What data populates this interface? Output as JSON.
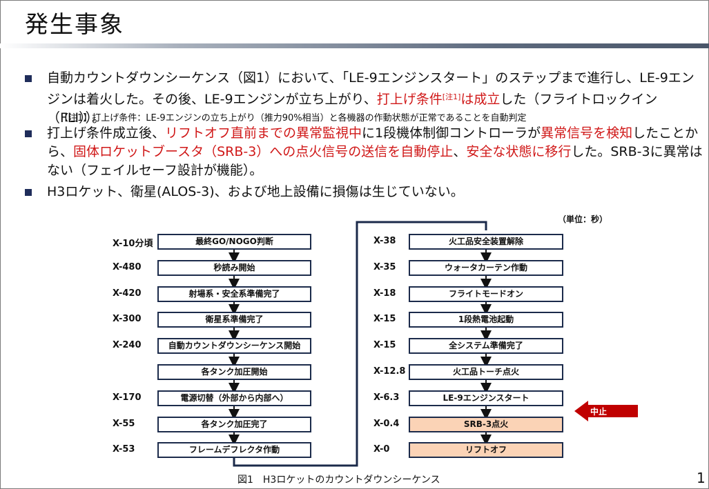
{
  "title": "発生事象",
  "bullets": [
    {
      "parts": [
        {
          "text": "自動カウントダウンシーケンス（図1）において、「LE-9エンジンスタート」のステップまで進行し、LE-9エンジンは着火した。その後、LE-9エンジンが立ち上がり、",
          "color": ""
        },
        {
          "text": "打上げ条件",
          "color": "#d01818"
        },
        {
          "text": "[注1]",
          "color": "#d01818",
          "sup": true
        },
        {
          "text": "は成立",
          "color": "#d01818"
        },
        {
          "text": "した（フライトロックイン（FLI））。",
          "color": ""
        }
      ]
    },
    {
      "parts": [
        {
          "text": "打上げ条件成立後、",
          "color": ""
        },
        {
          "text": "リフトオフ直前までの異常監視中",
          "color": "#d01818"
        },
        {
          "text": "に1段機体制御コントローラが",
          "color": ""
        },
        {
          "text": "異常信号を検知",
          "color": "#d01818"
        },
        {
          "text": "したことから、",
          "color": ""
        },
        {
          "text": "固体ロケットブースタ（SRB-3）への点火信号の送信を自動停止",
          "color": "#d01818"
        },
        {
          "text": "、",
          "color": ""
        },
        {
          "text": "安全な状態に移行",
          "color": "#d01818"
        },
        {
          "text": "した。SRB-3に異常はない（フェイルセーフ設計が機能）。",
          "color": ""
        }
      ]
    },
    {
      "parts": [
        {
          "text": "H3ロケット、衛星(ALOS-3)、および地上設備に損傷は生じていない。",
          "color": ""
        }
      ]
    }
  ],
  "note": "【注1】打上げ条件：LE-9エンジンの立ち上がり（推力90%相当）と各機器の作動状態が正常であることを自動判定",
  "diagram": {
    "unit": "（単位：秒）",
    "left_steps": [
      {
        "time": "X-10分頃",
        "label": "最終GO/NOGO判断"
      },
      {
        "time": "X-480",
        "label": "秒読み開始"
      },
      {
        "time": "X-420",
        "label": "射場系・安全系準備完了"
      },
      {
        "time": "X-300",
        "label": "衛星系準備完了"
      },
      {
        "time": "X-240",
        "label": "自動カウントダウンシーケンス開始"
      },
      {
        "time": "",
        "label": "各タンク加圧開始"
      },
      {
        "time": "X-170",
        "label": "電源切替（外部から内部へ）"
      },
      {
        "time": "X-55",
        "label": "各タンク加圧完了"
      },
      {
        "time": "X-53",
        "label": "フレームデフレクタ作動"
      }
    ],
    "right_steps": [
      {
        "time": "X-38",
        "label": "火工品安全装置解除",
        "highlight": false
      },
      {
        "time": "X-35",
        "label": "ウォータカーテン作動",
        "highlight": false
      },
      {
        "time": "X-18",
        "label": "フライトモードオン",
        "highlight": false
      },
      {
        "time": "X-15",
        "label": "1段熱電池起動",
        "highlight": false
      },
      {
        "time": "X-15",
        "label": "全システム準備完了",
        "highlight": false
      },
      {
        "time": "X-12.8",
        "label": "火工品トーチ点火",
        "highlight": false
      },
      {
        "time": "X-6.3",
        "label": "LE-9エンジンスタート",
        "highlight": false
      },
      {
        "time": "X-0.4",
        "label": "SRB-3点火",
        "highlight": true
      },
      {
        "time": "X-0",
        "label": "リフトオフ",
        "highlight": true
      }
    ],
    "stop_label": "中止",
    "stop_color": "#c00000",
    "highlight_color": "#fbd3b6"
  },
  "caption": "図1　H3ロケットのカウントダウンシーケンス",
  "page_number": "1"
}
